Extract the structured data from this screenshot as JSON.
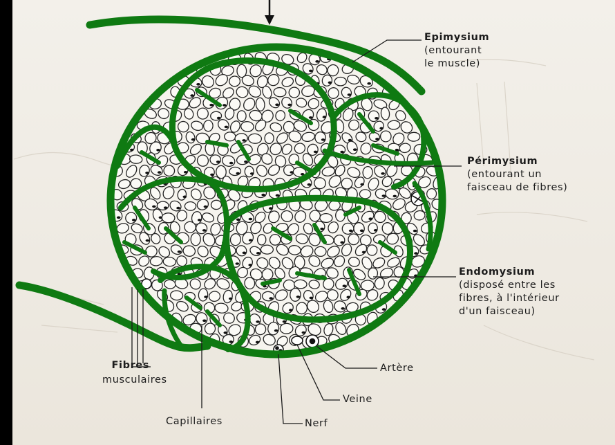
{
  "labels": {
    "epimysium": {
      "name": "Epimysium",
      "desc": [
        "(entourant",
        "le muscle)"
      ]
    },
    "perimysium": {
      "name": "Périmysium",
      "desc": [
        "(entourant un",
        "faisceau de fibres)"
      ]
    },
    "endomysium": {
      "name": "Endomysium",
      "desc": [
        "(disposé entre les",
        "fibres, à l'intérieur",
        "d'un faisceau)"
      ]
    },
    "fibres": [
      "Fibres",
      "musculaires"
    ],
    "capillaires": "Capillaires",
    "nerf": "Nerf",
    "veine": "Veine",
    "artere": "Artère"
  },
  "colors": {
    "ink": "#1a1a1a",
    "overlay_green": "#0f7a12",
    "paper": "#efebe4"
  }
}
